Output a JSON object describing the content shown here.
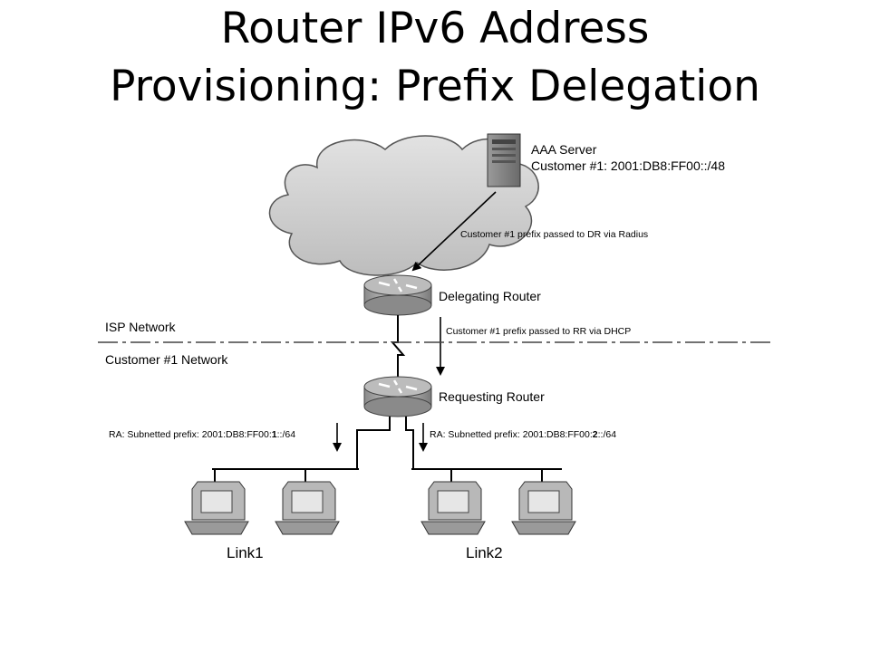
{
  "slide": {
    "title_line1": "Router IPv6 Address",
    "title_line2": "Provisioning: Prefix Delegation"
  },
  "diagram": {
    "aaa_server_label": "AAA Server",
    "aaa_server_prefix": "Customer #1: 2001:DB8:FF00::/48",
    "radius_note": "Customer #1 prefix passed to DR via Radius",
    "delegating_router_label": "Delegating Router",
    "dhcp_note": "Customer #1 prefix passed to RR via DHCP",
    "isp_network_label": "ISP Network",
    "customer_network_label": "Customer #1 Network",
    "requesting_router_label": "Requesting Router",
    "ra_left": {
      "prefix": "RA: Subnetted prefix: 2001:DB8:FF00:",
      "bold": "1",
      "suffix": "::/64"
    },
    "ra_right": {
      "prefix": "RA: Subnetted prefix: 2001:DB8:FF00:",
      "bold": "2",
      "suffix": "::/64"
    },
    "link1_label": "Link1",
    "link2_label": "Link2"
  }
}
